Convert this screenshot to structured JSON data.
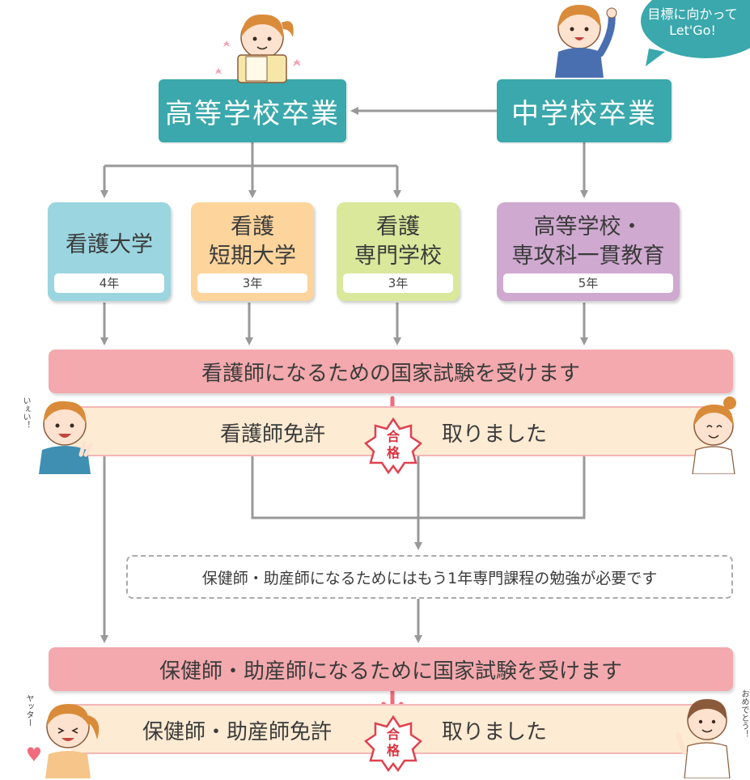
{
  "top": {
    "high_school_grad": "高等学校卒業",
    "middle_school_grad": "中学校卒業",
    "bubble_line1": "目標に向かって",
    "bubble_line2": "Let'Go!"
  },
  "schools": [
    {
      "name_line1": "看護大学",
      "name_line2": "",
      "years": "4年",
      "color": "#9bd5e0"
    },
    {
      "name_line1": "看護",
      "name_line2": "短期大学",
      "years": "3年",
      "color": "#fdd59c"
    },
    {
      "name_line1": "看護",
      "name_line2": "専門学校",
      "years": "3年",
      "color": "#d9e89b"
    },
    {
      "name_line1": "高等学校・",
      "name_line2": "専攻科一貫教育",
      "years": "5年",
      "color": "#cfa9d0"
    }
  ],
  "exam1": "看護師になるための国家試験を受けます",
  "license1": {
    "left": "看護師免許",
    "right": "取りました",
    "seal_top": "合",
    "seal_bottom": "格"
  },
  "note": "保健師・助産師になるためにはもう1年専門課程の勉強が必要です",
  "exam2": "保健師・助産師になるために国家試験を受けます",
  "license2": {
    "left": "保健師・助産師免許",
    "right": "取りました",
    "seal_top": "合",
    "seal_bottom": "格"
  },
  "side_texts": {
    "iei": "いぇい！",
    "yatta": "ヤッター",
    "omedetou": "おめでとう！"
  },
  "colors": {
    "teal": "#3aa8ac",
    "pink": "#f3a9ad",
    "cream": "#fdebd3",
    "arrow": "#999999",
    "accent": "#f06b7b"
  }
}
